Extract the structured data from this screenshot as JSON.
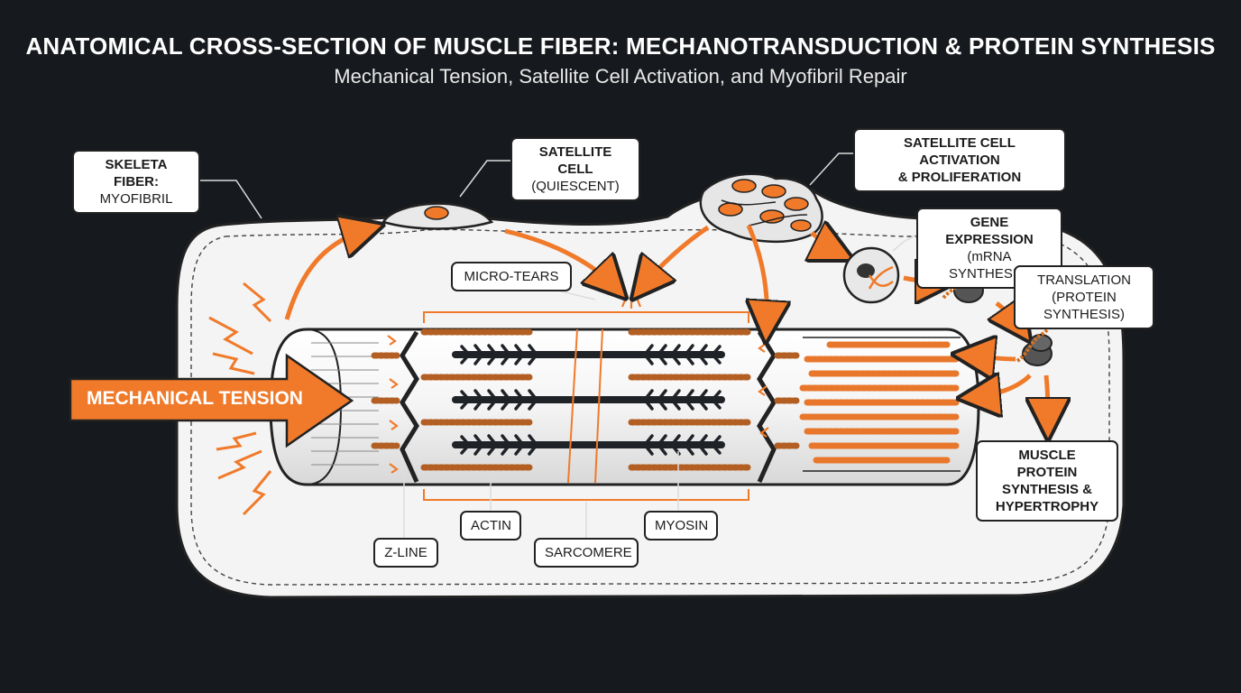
{
  "title": "ANATOMICAL CROSS-SECTION OF MUSCLE FIBER: MECHANOTRANSDUCTION & PROTEIN SYNTHESIS",
  "subtitle": "Mechanical Tension, Satellite Cell Activation, and Myofibril Repair",
  "labels": {
    "skeletal_fiber": {
      "line1": "SKELETA FIBER:",
      "line2": "MYOFIBRIL"
    },
    "satellite_quiescent": {
      "line1": "SATELLITE CELL",
      "line2": "(QUIESCENT)"
    },
    "satellite_activation": {
      "line1": "SATELLITE CELL ACTIVATION",
      "line2": "& PROLIFERATION"
    },
    "gene_expression": {
      "line1": "GENE EXPRESSION",
      "line2": "(mRNA SYNTHESIS)"
    },
    "translation": {
      "line1": "TRANSLATION",
      "line2": "(PROTEIN SYNTHESIS)"
    },
    "micro_tears": "MICRO-TEARS",
    "mechanical_tension": "MECHANICAL TENSION",
    "actin": "ACTIN",
    "myosin": "MYOSIN",
    "z_line": "Z-LINE",
    "sarcomere": "SARCOMERE",
    "mps": {
      "line1": "MUSCLE PROTEIN",
      "line2": "SYNTHESIS &",
      "line3": "HYPERTROPHY"
    }
  },
  "colors": {
    "accent": "#f07a2a",
    "background": "#16191d",
    "fiber": "#f3f3f3",
    "outline": "#222222"
  }
}
